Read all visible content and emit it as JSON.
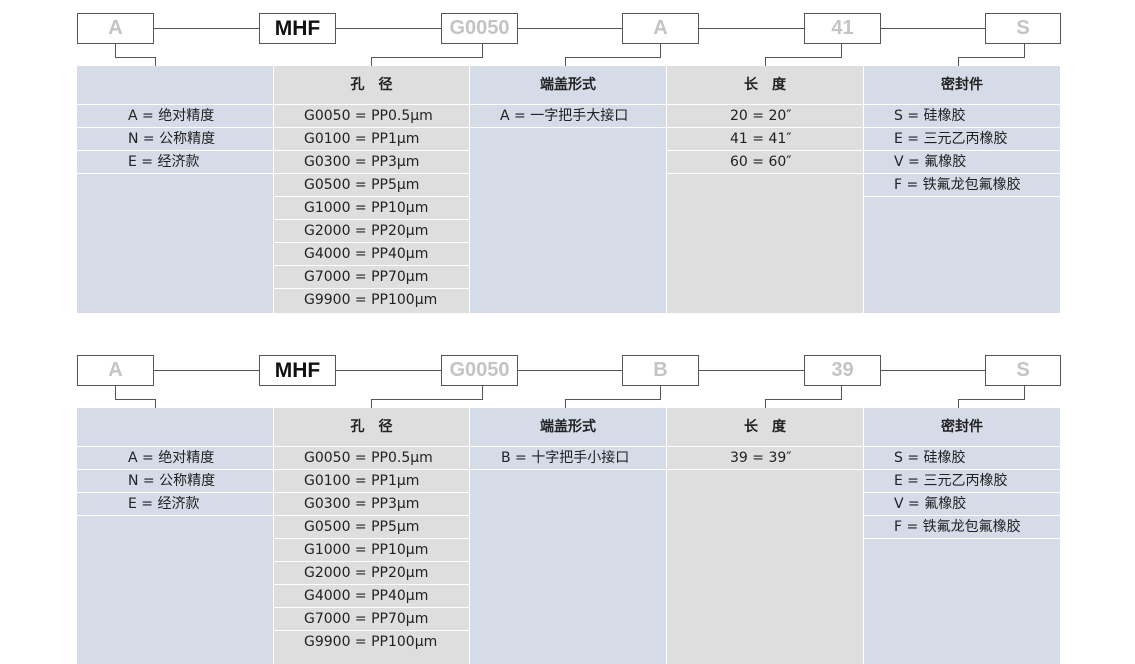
{
  "sections": [
    {
      "codes": [
        "A",
        "MHF",
        "G0050",
        "A",
        "41",
        "S"
      ],
      "columns": [
        {
          "header": "",
          "options": [
            "A = 绝对精度",
            "N = 公称精度",
            "E = 经济款"
          ]
        },
        {
          "header": "孔　径",
          "options": [
            "G0050 = PP0.5µm",
            "G0100 = PP1µm",
            "G0300 = PP3µm",
            "G0500 = PP5µm",
            "G1000 = PP10µm",
            "G2000 = PP20µm",
            "G4000 = PP40µm",
            "G7000 = PP70µm",
            "G9900 = PP100µm"
          ]
        },
        {
          "header": "端盖形式",
          "options": [
            "A = 一字把手大接口"
          ]
        },
        {
          "header": "长　度",
          "options": [
            "20 = 20″",
            "41 = 41″",
            "60 = 60″"
          ]
        },
        {
          "header": "密封件",
          "options": [
            "S = 硅橡胶",
            "E = 三元乙丙橡胶",
            "V = 氟橡胶",
            "F = 铁氟龙包氟橡胶"
          ]
        }
      ]
    },
    {
      "codes": [
        "A",
        "MHF",
        "G0050",
        "B",
        "39",
        "S"
      ],
      "columns": [
        {
          "header": "",
          "options": [
            "A = 绝对精度",
            "N = 公称精度",
            "E = 经济款"
          ]
        },
        {
          "header": "孔　径",
          "options": [
            "G0050 = PP0.5µm",
            "G0100 = PP1µm",
            "G0300 = PP3µm",
            "G0500 = PP5µm",
            "G1000 = PP10µm",
            "G2000 = PP20µm",
            "G4000 = PP40µm",
            "G7000 = PP70µm",
            "G9900 = PP100µm"
          ]
        },
        {
          "header": "端盖形式",
          "options": [
            "B = 十字把手小接口"
          ]
        },
        {
          "header": "长　度",
          "options": [
            "39 = 39″"
          ]
        },
        {
          "header": "密封件",
          "options": [
            "S = 硅橡胶",
            "E = 三元乙丙橡胶",
            "V = 氟橡胶",
            "F = 铁氟龙包氟橡胶"
          ]
        }
      ]
    }
  ]
}
